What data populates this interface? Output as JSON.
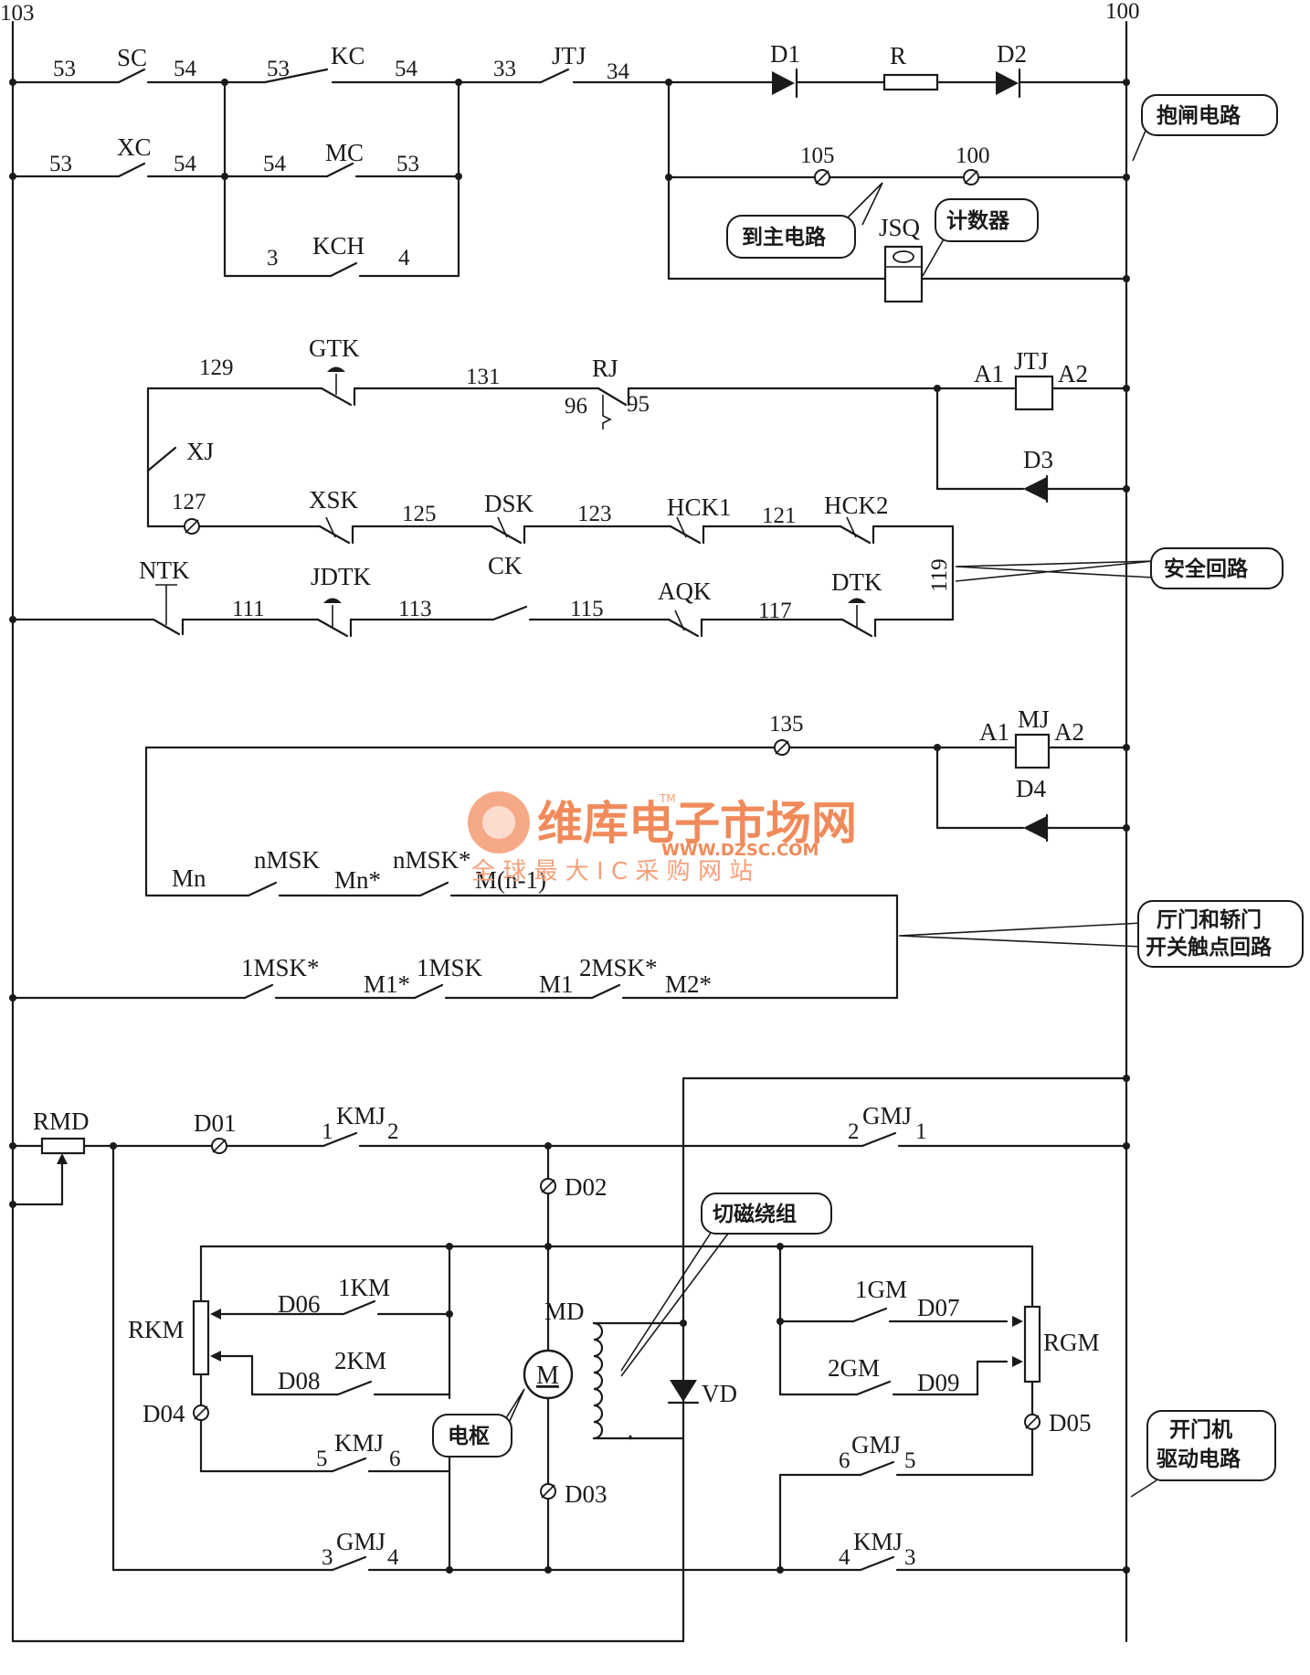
{
  "rails": {
    "left": "103",
    "right": "100"
  },
  "callouts": {
    "brake": "抱闸电路",
    "main": "到主电路",
    "counter": "计数器",
    "safety": "安全回路",
    "door": "厅门和轿门\n开关触点回路",
    "doorline1": "厅门和轿门",
    "doorline2": "开关触点回路",
    "armature": "电枢",
    "field": "切磁绕组",
    "drive1": "开门机",
    "drive2": "驱动电路"
  },
  "watermark": {
    "main": "维库电子市场网",
    "tm": "TM",
    "url": "WWW.DZSC.COM",
    "slogan": "全 球 最 大 I C 采 购 网 站"
  },
  "labels": {
    "SC": "SC",
    "KC": "KC",
    "JTJ": "JTJ",
    "XC": "XC",
    "MC": "MC",
    "KCH": "KCH",
    "D1": "D1",
    "R": "R",
    "D2": "D2",
    "JSQ": "JSQ",
    "GTK": "GTK",
    "RJ": "RJ",
    "A1": "A1",
    "A2": "A2",
    "D3": "D3",
    "XJ": "XJ",
    "XSK": "XSK",
    "DSK": "DSK",
    "HCK1": "HCK1",
    "HCK2": "HCK2",
    "NTK": "NTK",
    "JDTK": "JDTK",
    "CK": "CK",
    "AQK": "AQK",
    "DTK": "DTK",
    "MJ": "MJ",
    "D4": "D4",
    "Mn": "Mn",
    "nMSK": "nMSK",
    "Mnstar": "Mn*",
    "nMSKstar": "nMSK*",
    "Mn1": "M(n-1)",
    "1MSKstar": "1MSK*",
    "M1star": "M1*",
    "1MSK": "1MSK",
    "M1": "M1",
    "2MSKstar": "2MSK*",
    "M2star": "M2*",
    "RMD": "RMD",
    "D01": "D01",
    "KMJ": "KMJ",
    "GMJ": "GMJ",
    "D02": "D02",
    "RKM": "RKM",
    "D06": "D06",
    "1KM": "1KM",
    "D08": "D08",
    "2KM": "2KM",
    "D04": "D04",
    "MD": "MD",
    "M": "M",
    "VD": "VD",
    "1GM": "1GM",
    "D07": "D07",
    "RGM": "RGM",
    "2GM": "2GM",
    "D09": "D09",
    "D05": "D05",
    "D03": "D03"
  },
  "nodes": {
    "n53": "53",
    "n54": "54",
    "n33": "33",
    "n34": "34",
    "n3": "3",
    "n4": "4",
    "n105": "105",
    "n100": "100",
    "n129": "129",
    "n131": "131",
    "n96": "96",
    "n95": "95",
    "n127": "127",
    "n125": "125",
    "n123": "123",
    "n121": "121",
    "n119": "119",
    "n111": "111",
    "n113": "113",
    "n115": "115",
    "n117": "117",
    "n135": "135",
    "p1": "1",
    "p2": "2",
    "p3": "3",
    "p4": "4",
    "p5": "5",
    "p6": "6"
  }
}
